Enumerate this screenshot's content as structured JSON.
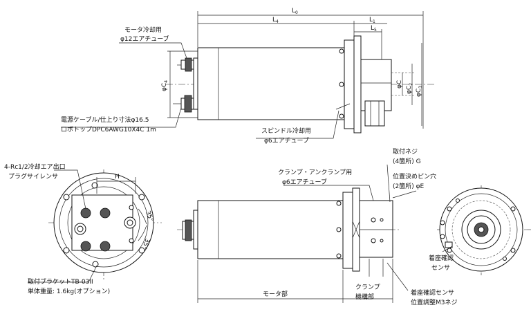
{
  "labels": {
    "motor_air_tube_1": "モータ冷却用",
    "motor_air_tube_2": "φ12エアチューブ",
    "power_cable_1": "電源ケーブル/仕上り寸法φ16.5",
    "power_cable_2": "ロボトップDPC6AWG10X4C 1m",
    "spindle_air_1": "スピンドル冷却用",
    "spindle_air_2": "φ6エアチューブ",
    "outlet_1": "4-Rc1/2冷却エア出口",
    "outlet_2": "プラグサイレンサ",
    "bracket_1": "取付ブラケットTB-03II",
    "bracket_2": "単体重量: 1.6kg(オプション)",
    "clamp_air_1": "クランプ・アンクランプ用",
    "clamp_air_2": "φ6エアチューブ",
    "screw_1": "取付ネジ",
    "screw_2": "(4箇所) G",
    "pin_1": "位置決めピン穴",
    "pin_2": "(2箇所) φE",
    "seat_sensor_1": "着座確認",
    "seat_sensor_2": "センサ",
    "adj_screw_1": "着座確認センサ",
    "adj_screw_2": "位置調整M3ネジ",
    "motor_part": "モータ部",
    "clamp_part_1": "クランプ",
    "clamp_part_2": "機構部"
  },
  "dimensions": {
    "L0": "L",
    "L0_sub": "0",
    "L4": "L",
    "L4_sub": "4",
    "L1": "L",
    "L1_sub": "1",
    "L5": "L",
    "L5_sub": "5",
    "C4": "φC",
    "C4_sub": "4",
    "C": "φC",
    "C2": "φC",
    "C2_sub": "2",
    "C3": "φC",
    "C3_sub": "3",
    "H": "H",
    "d35_a": "35°",
    "d35_b": "35°"
  }
}
